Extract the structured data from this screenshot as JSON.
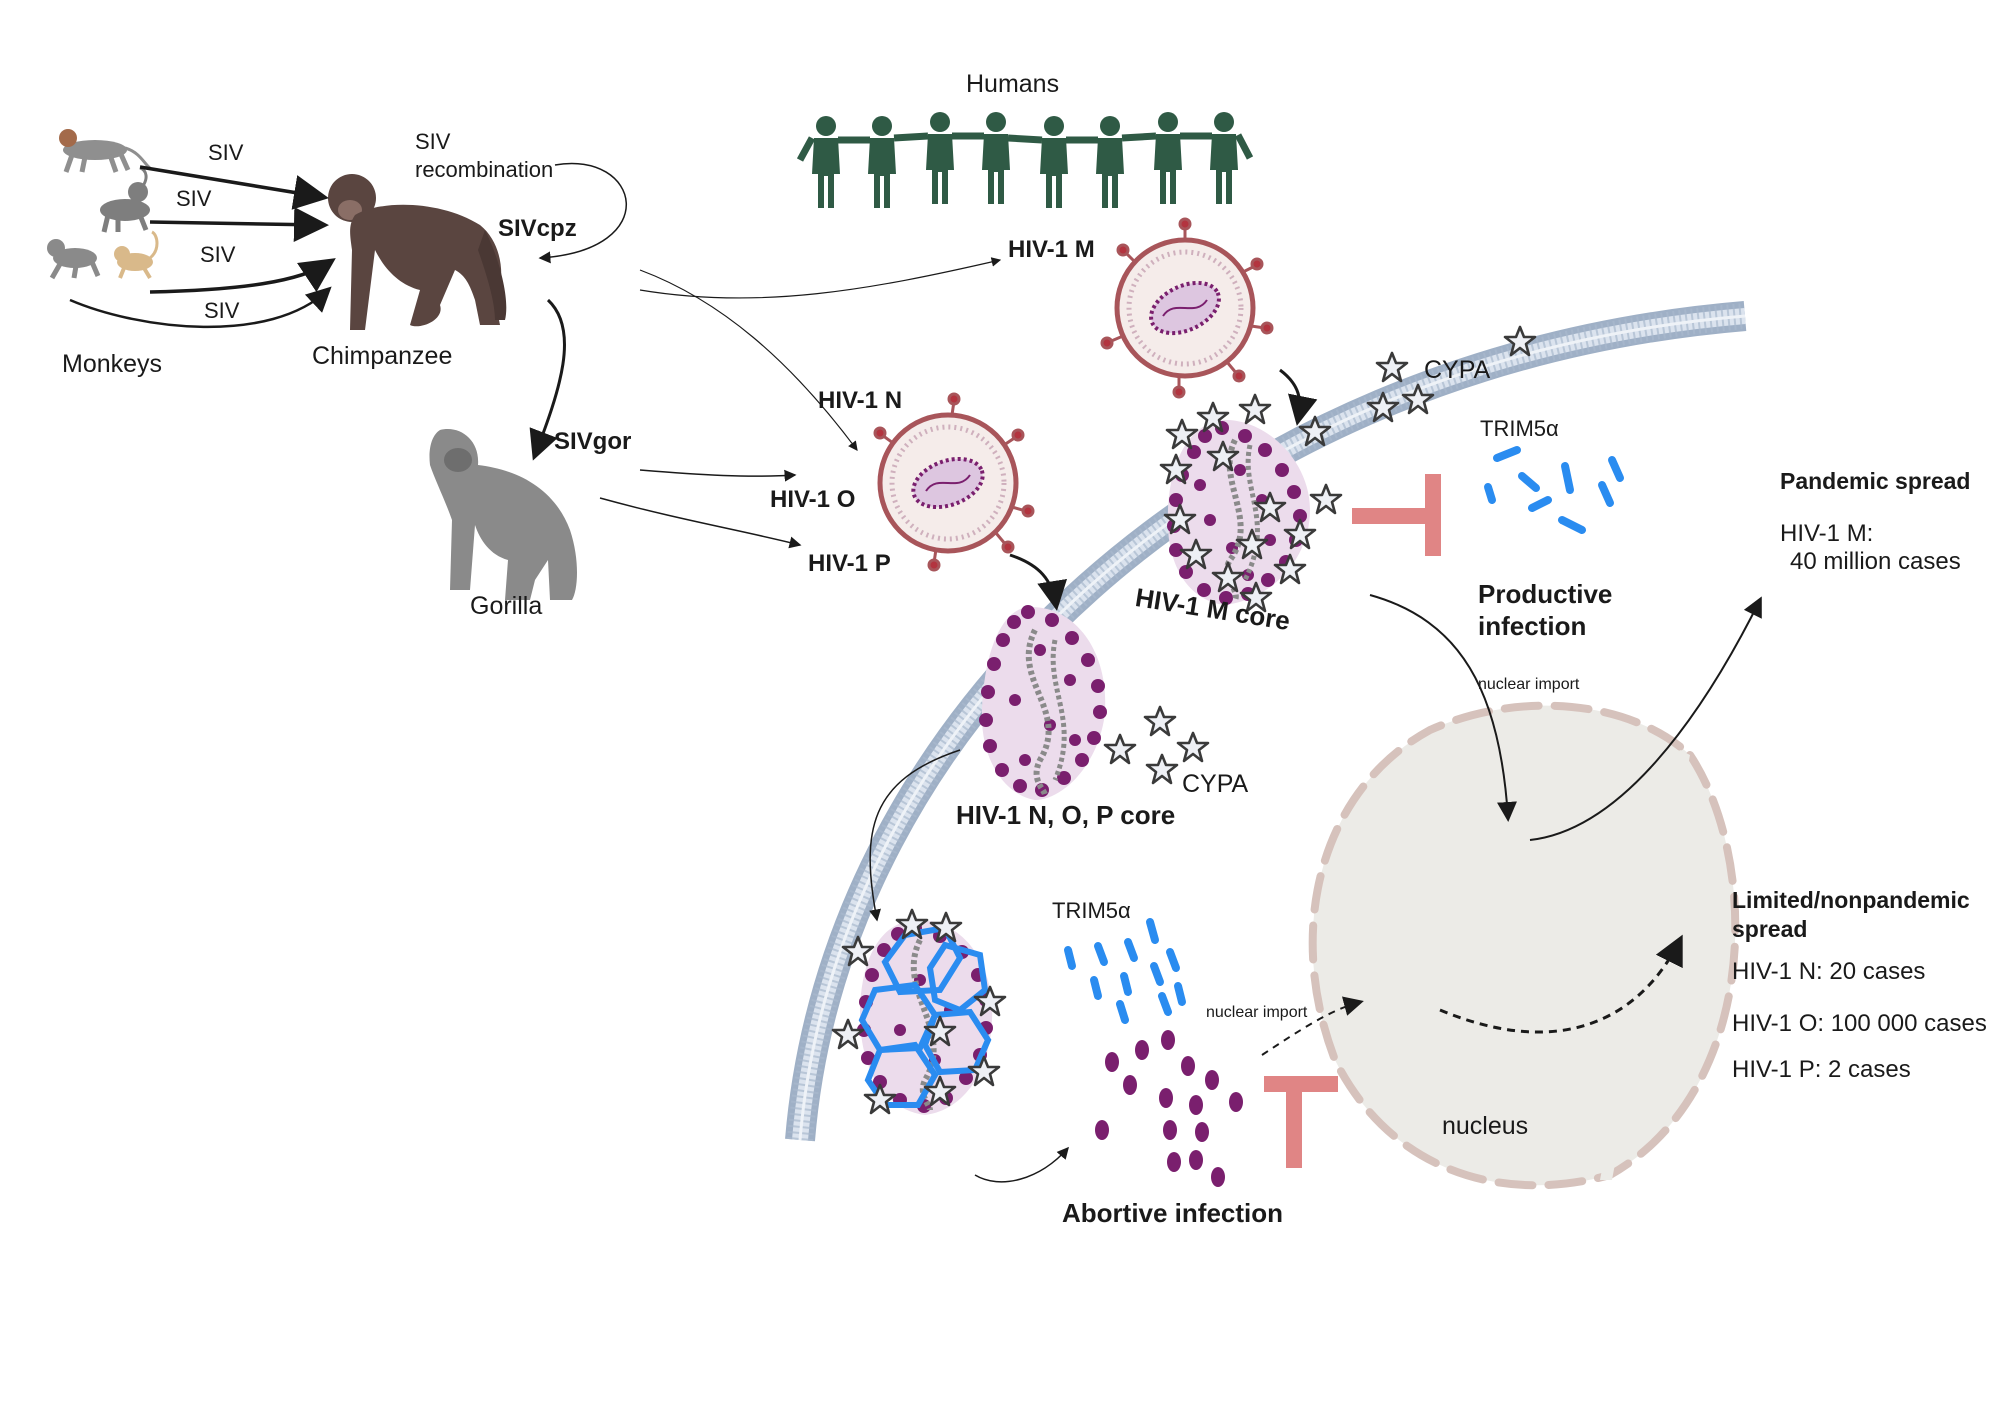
{
  "labels": {
    "monkeys": "Monkeys",
    "chimpanzee": "Chimpanzee",
    "gorilla": "Gorilla",
    "humans": "Humans",
    "siv_1": "SIV",
    "siv_2": "SIV",
    "siv_3": "SIV",
    "siv_4": "SIV",
    "siv_recombination": "SIV\nrecombination",
    "sivcpz": "SIVcpz",
    "sivgor": "SIVgor",
    "hiv1_m": "HIV-1 M",
    "hiv1_n": "HIV-1 N",
    "hiv1_o": "HIV-1 O",
    "hiv1_p": "HIV-1 P",
    "cypa_top": "CYPA",
    "cypa_mid": "CYPA",
    "trim5a_top": "TRIM5α",
    "trim5a_bottom": "TRIM5α",
    "m_core": "HIV-1 M core",
    "nop_core": "HIV-1 N, O, P core",
    "productive_infection": "Productive\ninfection",
    "abortive_infection": "Abortive infection",
    "nuclear_import_top": "nuclear import",
    "nuclear_import_bottom": "nuclear import",
    "nucleus": "nucleus",
    "pandemic_title": "Pandemic spread",
    "pandemic_line1": "HIV-1 M:",
    "pandemic_line2": "40 million cases",
    "limited_title": "Limited/nonpandemic\nspread",
    "limited_n": "HIV-1 N: 20 cases",
    "limited_o": "HIV-1 O: 100 000 cases",
    "limited_p": "HIV-1 P: 2 cases"
  },
  "colors": {
    "human": "#2f5a45",
    "chimp": "#5a4540",
    "gorilla": "#7d7d7d",
    "monkey": "#8f8f8f",
    "monkey_tan": "#d9b98a",
    "virion_ring": "#a8555a",
    "virion_fill": "#f5ecea",
    "capsid_purple": "#7a1f6e",
    "capsid_fill": "#ecdcec",
    "membrane": "#b9c5d4",
    "nucleus_fill": "#ecebe7",
    "nucleus_border": "#d8c4be",
    "inhibit": "#e08585",
    "trim5a": "#2a8cf0",
    "rna": "#8a8a8a"
  },
  "icons": [
    "monkey-icon",
    "chimpanzee-icon",
    "gorilla-icon",
    "human-figure-icon",
    "virion-icon",
    "capsid-icon",
    "cypa-star-icon",
    "trim5a-dash-icon",
    "inhibition-icon",
    "nucleus-icon",
    "cell-membrane-icon"
  ]
}
